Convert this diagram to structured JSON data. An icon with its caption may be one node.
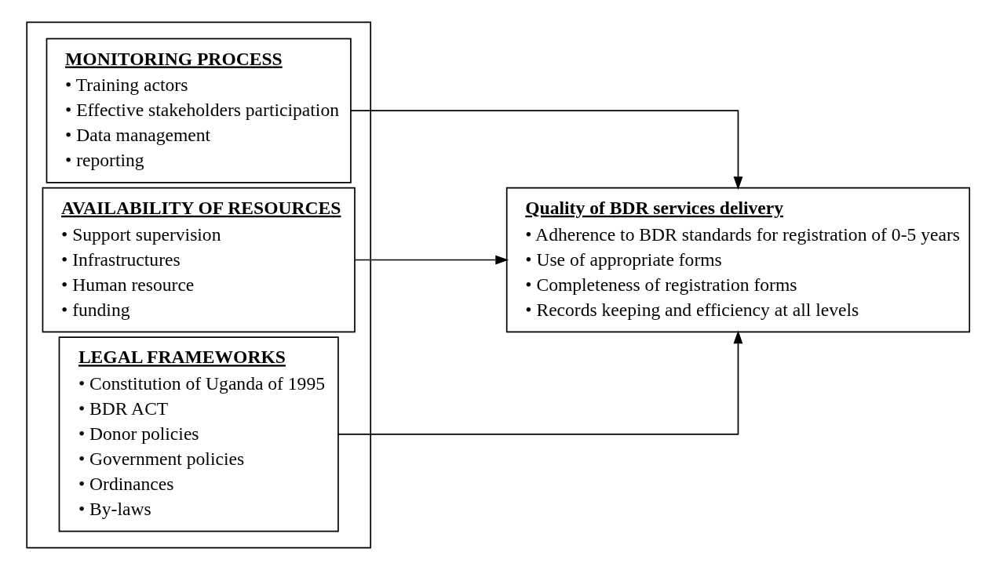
{
  "diagram": {
    "nodes": [
      {
        "text": [],
        "shape": "box"
      },
      {
        "text": [
          "MONITORING PROCESS",
          "• Training actors",
          "• Effective stakeholders participation",
          "• Data management",
          "• reporting"
        ],
        "in": 0
      },
      {
        "text": [
          "AVAILABILITY OF RESOURCES",
          "• Support supervision",
          "• Infrastructures",
          "• Human resource",
          "• funding"
        ],
        "in": 0
      },
      {
        "text": [
          "LEGAL FRAMEWORKS",
          "• Constitution of Uganda of 1995",
          "• BDR ACT",
          "• Donor policies",
          "• Government policies",
          "• Ordinances",
          "• By-laws"
        ],
        "in": 0
      },
      {
        "text": [
          "Quality of BDR services delivery",
          "• Adherence to BDR standards for registration of 0-5 years",
          "• Use of appropriate forms",
          "• Completeness of registration forms",
          "• Records keeping and efficiency at all levels"
        ]
      }
    ],
    "edges": [
      {
        "from": 1,
        "to": 4,
        "arrow": "to"
      },
      {
        "from": 2,
        "to": 4,
        "arrow": "to"
      },
      {
        "from": 3,
        "to": 4,
        "arrow": "to"
      }
    ]
  }
}
